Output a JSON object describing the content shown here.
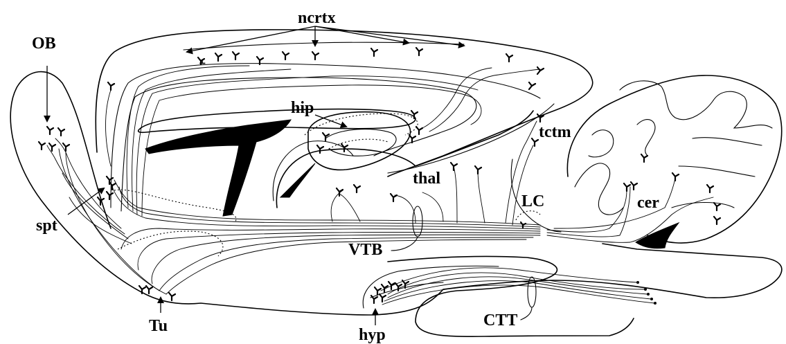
{
  "labels": {
    "ob": "OB",
    "ncrtx": "ncrtx",
    "hip": "hip",
    "tctm": "tctm",
    "thal": "thal",
    "lc": "LC",
    "cer": "cer",
    "spt": "spt",
    "vtb": "VTB",
    "tu": "Tu",
    "hyp": "hyp",
    "ctt": "CTT"
  },
  "colors": {
    "ink": "#000000",
    "background": "#ffffff"
  }
}
